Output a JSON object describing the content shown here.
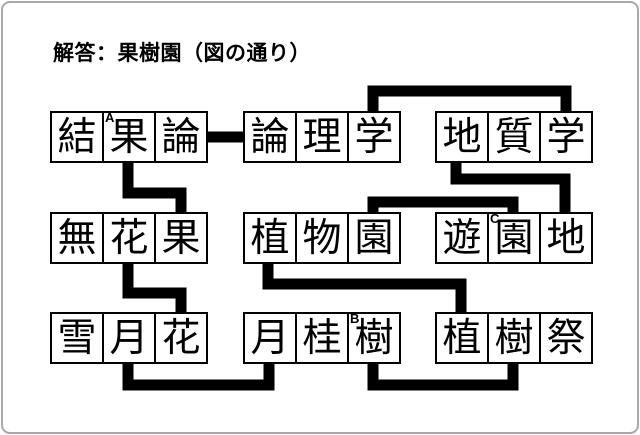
{
  "title": "解答：果樹園（図の通り）",
  "colors": {
    "background": "#ffffff",
    "frame_border": "#a8a8a8",
    "box_border": "#000000",
    "connector": "#000000",
    "text": "#000000"
  },
  "boxes": [
    {
      "word": "結果論",
      "row": 1,
      "col": 1,
      "chars": [
        {
          "ch": "結"
        },
        {
          "ch": "果",
          "mark": "A"
        },
        {
          "ch": "論"
        }
      ]
    },
    {
      "word": "論理学",
      "row": 1,
      "col": 2,
      "chars": [
        {
          "ch": "論"
        },
        {
          "ch": "理"
        },
        {
          "ch": "学"
        }
      ]
    },
    {
      "word": "地質学",
      "row": 1,
      "col": 3,
      "chars": [
        {
          "ch": "地"
        },
        {
          "ch": "質"
        },
        {
          "ch": "学"
        }
      ]
    },
    {
      "word": "無花果",
      "row": 2,
      "col": 1,
      "chars": [
        {
          "ch": "無"
        },
        {
          "ch": "花"
        },
        {
          "ch": "果"
        }
      ]
    },
    {
      "word": "植物園",
      "row": 2,
      "col": 2,
      "chars": [
        {
          "ch": "植"
        },
        {
          "ch": "物"
        },
        {
          "ch": "園"
        }
      ]
    },
    {
      "word": "遊園地",
      "row": 2,
      "col": 3,
      "chars": [
        {
          "ch": "遊"
        },
        {
          "ch": "園",
          "mark": "C"
        },
        {
          "ch": "地"
        }
      ]
    },
    {
      "word": "雪月花",
      "row": 3,
      "col": 1,
      "chars": [
        {
          "ch": "雪"
        },
        {
          "ch": "月"
        },
        {
          "ch": "花"
        }
      ]
    },
    {
      "word": "月桂樹",
      "row": 3,
      "col": 2,
      "chars": [
        {
          "ch": "月"
        },
        {
          "ch": "桂"
        },
        {
          "ch": "樹",
          "mark": "B"
        }
      ]
    },
    {
      "word": "植樹祭",
      "row": 3,
      "col": 3,
      "chars": [
        {
          "ch": "植"
        },
        {
          "ch": "樹"
        },
        {
          "ch": "祭"
        }
      ]
    }
  ],
  "connections": [
    {
      "kanji": "論",
      "between": [
        "結果論",
        "論理学"
      ]
    },
    {
      "kanji": "学",
      "between": [
        "論理学",
        "地質学"
      ]
    },
    {
      "kanji": "果",
      "between": [
        "結果論",
        "無花果"
      ]
    },
    {
      "kanji": "地",
      "between": [
        "地質学",
        "遊園地"
      ]
    },
    {
      "kanji": "花",
      "between": [
        "無花果",
        "雪月花"
      ]
    },
    {
      "kanji": "園",
      "between": [
        "植物園",
        "遊園地"
      ]
    },
    {
      "kanji": "植",
      "between": [
        "植物園",
        "植樹祭"
      ]
    },
    {
      "kanji": "月",
      "between": [
        "雪月花",
        "月桂樹"
      ]
    },
    {
      "kanji": "樹",
      "between": [
        "月桂樹",
        "植樹祭"
      ]
    }
  ]
}
